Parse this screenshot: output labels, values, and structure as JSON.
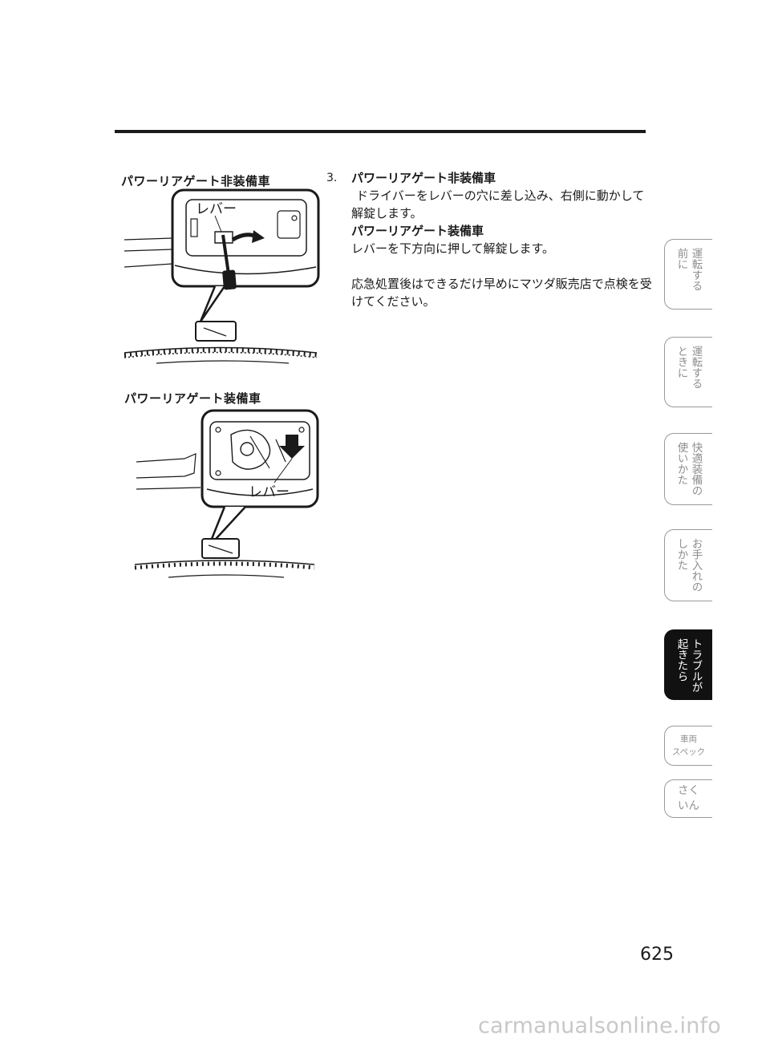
{
  "figures": [
    {
      "caption": "パワーリアゲート非装備車",
      "label": "レバー"
    },
    {
      "caption": "パワーリアゲート装備車",
      "label": "レバー"
    }
  ],
  "step": {
    "number": "3.",
    "heading": "パワーリアゲート非装備車",
    "text1": "ドライバーをレバーの穴に差し込み、右側に動かして解錠します。",
    "subheading": "パワーリアゲート装備車",
    "text2": "レバーを下方向に押して解錠します。",
    "note": "応急処置後はできるだけ早めにマツダ販売店で点検を受けてください。"
  },
  "tabs": [
    {
      "col1": "運転する",
      "col2": "前に"
    },
    {
      "col1": "運転する",
      "col2": "ときに"
    },
    {
      "col1": "快適装備の",
      "col2": "使いかた"
    },
    {
      "col1": "お手入れの",
      "col2": "しかた"
    },
    {
      "col1": "トラブルが",
      "col2": "起きたら"
    },
    {
      "line1": "車両",
      "line2": "スペック"
    },
    {
      "line1": "さく",
      "line2": "いん"
    }
  ],
  "page_number": "625",
  "watermark": "carmanualsonline.info"
}
